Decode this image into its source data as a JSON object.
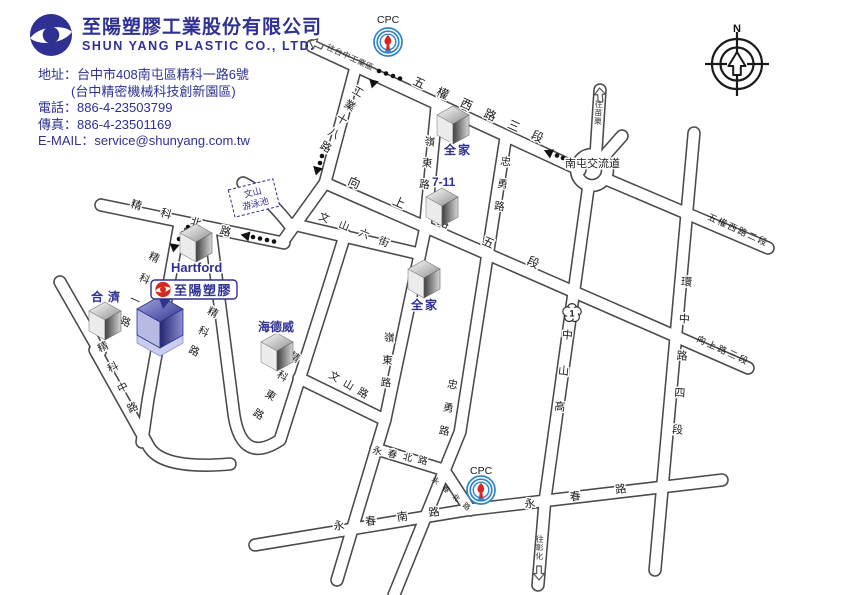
{
  "header": {
    "company_name_zh": "至陽塑膠工業股份有限公司",
    "company_name_en": "SHUN YANG PLASTIC CO., LTD.",
    "address": "地址：台中市408南屯區精科一路6號",
    "address_note": "(台中精密機械科技創新園區)",
    "phone": "電話：886-4-23503799",
    "fax": "傳真：886-4-23501169",
    "email": "E-MAIL：service@shunyang.com.tw"
  },
  "map": {
    "compass_north": "N",
    "interchange": "南屯交流道",
    "highway_shield_number": "1",
    "roads": {
      "wuquan_w3": "五權西路三段",
      "wuquan_w2": "五權西路二段",
      "gongye_18": "工業十八路",
      "xiangshang_5": "向上路五段",
      "xiangshang_3": "向上路三段",
      "wenshan_6_st": "文山六街",
      "wenshan_rd": "文山路",
      "lingdong_upper": "嶺東路",
      "lingdong_lower": "嶺東路",
      "zhongyong_upper": "忠勇路",
      "zhongyong_lower": "忠勇路",
      "jingke_bei": "精科北路",
      "jingke_1": "精科一路",
      "jingke_rd": "精科路",
      "jingke_dong": "精科東路",
      "jingke_zhong": "精科中路",
      "huanzhong_4": "環中路四段",
      "zhongshan_hwy": "中山高",
      "yongchun_bei": "永春北路",
      "yongchun_bei_small": "永春北路",
      "yongchun_nan": "永春南路",
      "yongchun": "永春路"
    },
    "directions": {
      "to_taichung_industrial_park": "往台中工業區",
      "to_miaoli": "往苗栗",
      "to_changhua": "往彰化"
    },
    "landmarks": {
      "cpc_top": "CPC",
      "cpc_bottom": "CPC",
      "family_mart_north": "全家",
      "family_mart_mid": "全家",
      "seven_eleven": "7-11",
      "hartford": "Hartford",
      "heji": "合濟",
      "haidewei": "海德威",
      "wenshan_pool_line1": "文山",
      "wenshan_pool_line2": "游泳池",
      "company_marker": "至陽塑膠"
    },
    "colors": {
      "brand_blue": "#2e3192",
      "marker_red": "#d6281e",
      "cpc_blue": "#2f86c8",
      "road_outline": "#4a4a4a"
    }
  }
}
